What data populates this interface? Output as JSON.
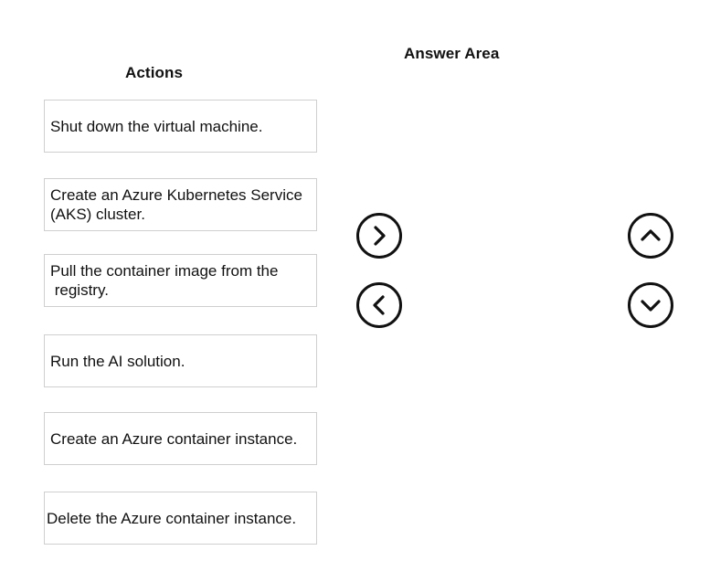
{
  "actions": {
    "heading": "Actions",
    "items": [
      {
        "line1": "Shut down the virtual machine.",
        "line2": ""
      },
      {
        "line1": "Create an Azure Kubernetes Service",
        "line2": "(AKS) cluster."
      },
      {
        "line1": "Pull the container image from the",
        "line2": " registry."
      },
      {
        "line1": "Run the AI solution.",
        "line2": ""
      },
      {
        "line1": "Create an Azure container instance.",
        "line2": ""
      },
      {
        "line1": "Delete the Azure container instance.",
        "line2": ""
      }
    ]
  },
  "answer_area": {
    "heading": "Answer Area"
  },
  "controls": {
    "move_right_icon": "chevron-right-icon",
    "move_left_icon": "chevron-left-icon",
    "move_up_icon": "chevron-up-icon",
    "move_down_icon": "chevron-down-icon"
  }
}
